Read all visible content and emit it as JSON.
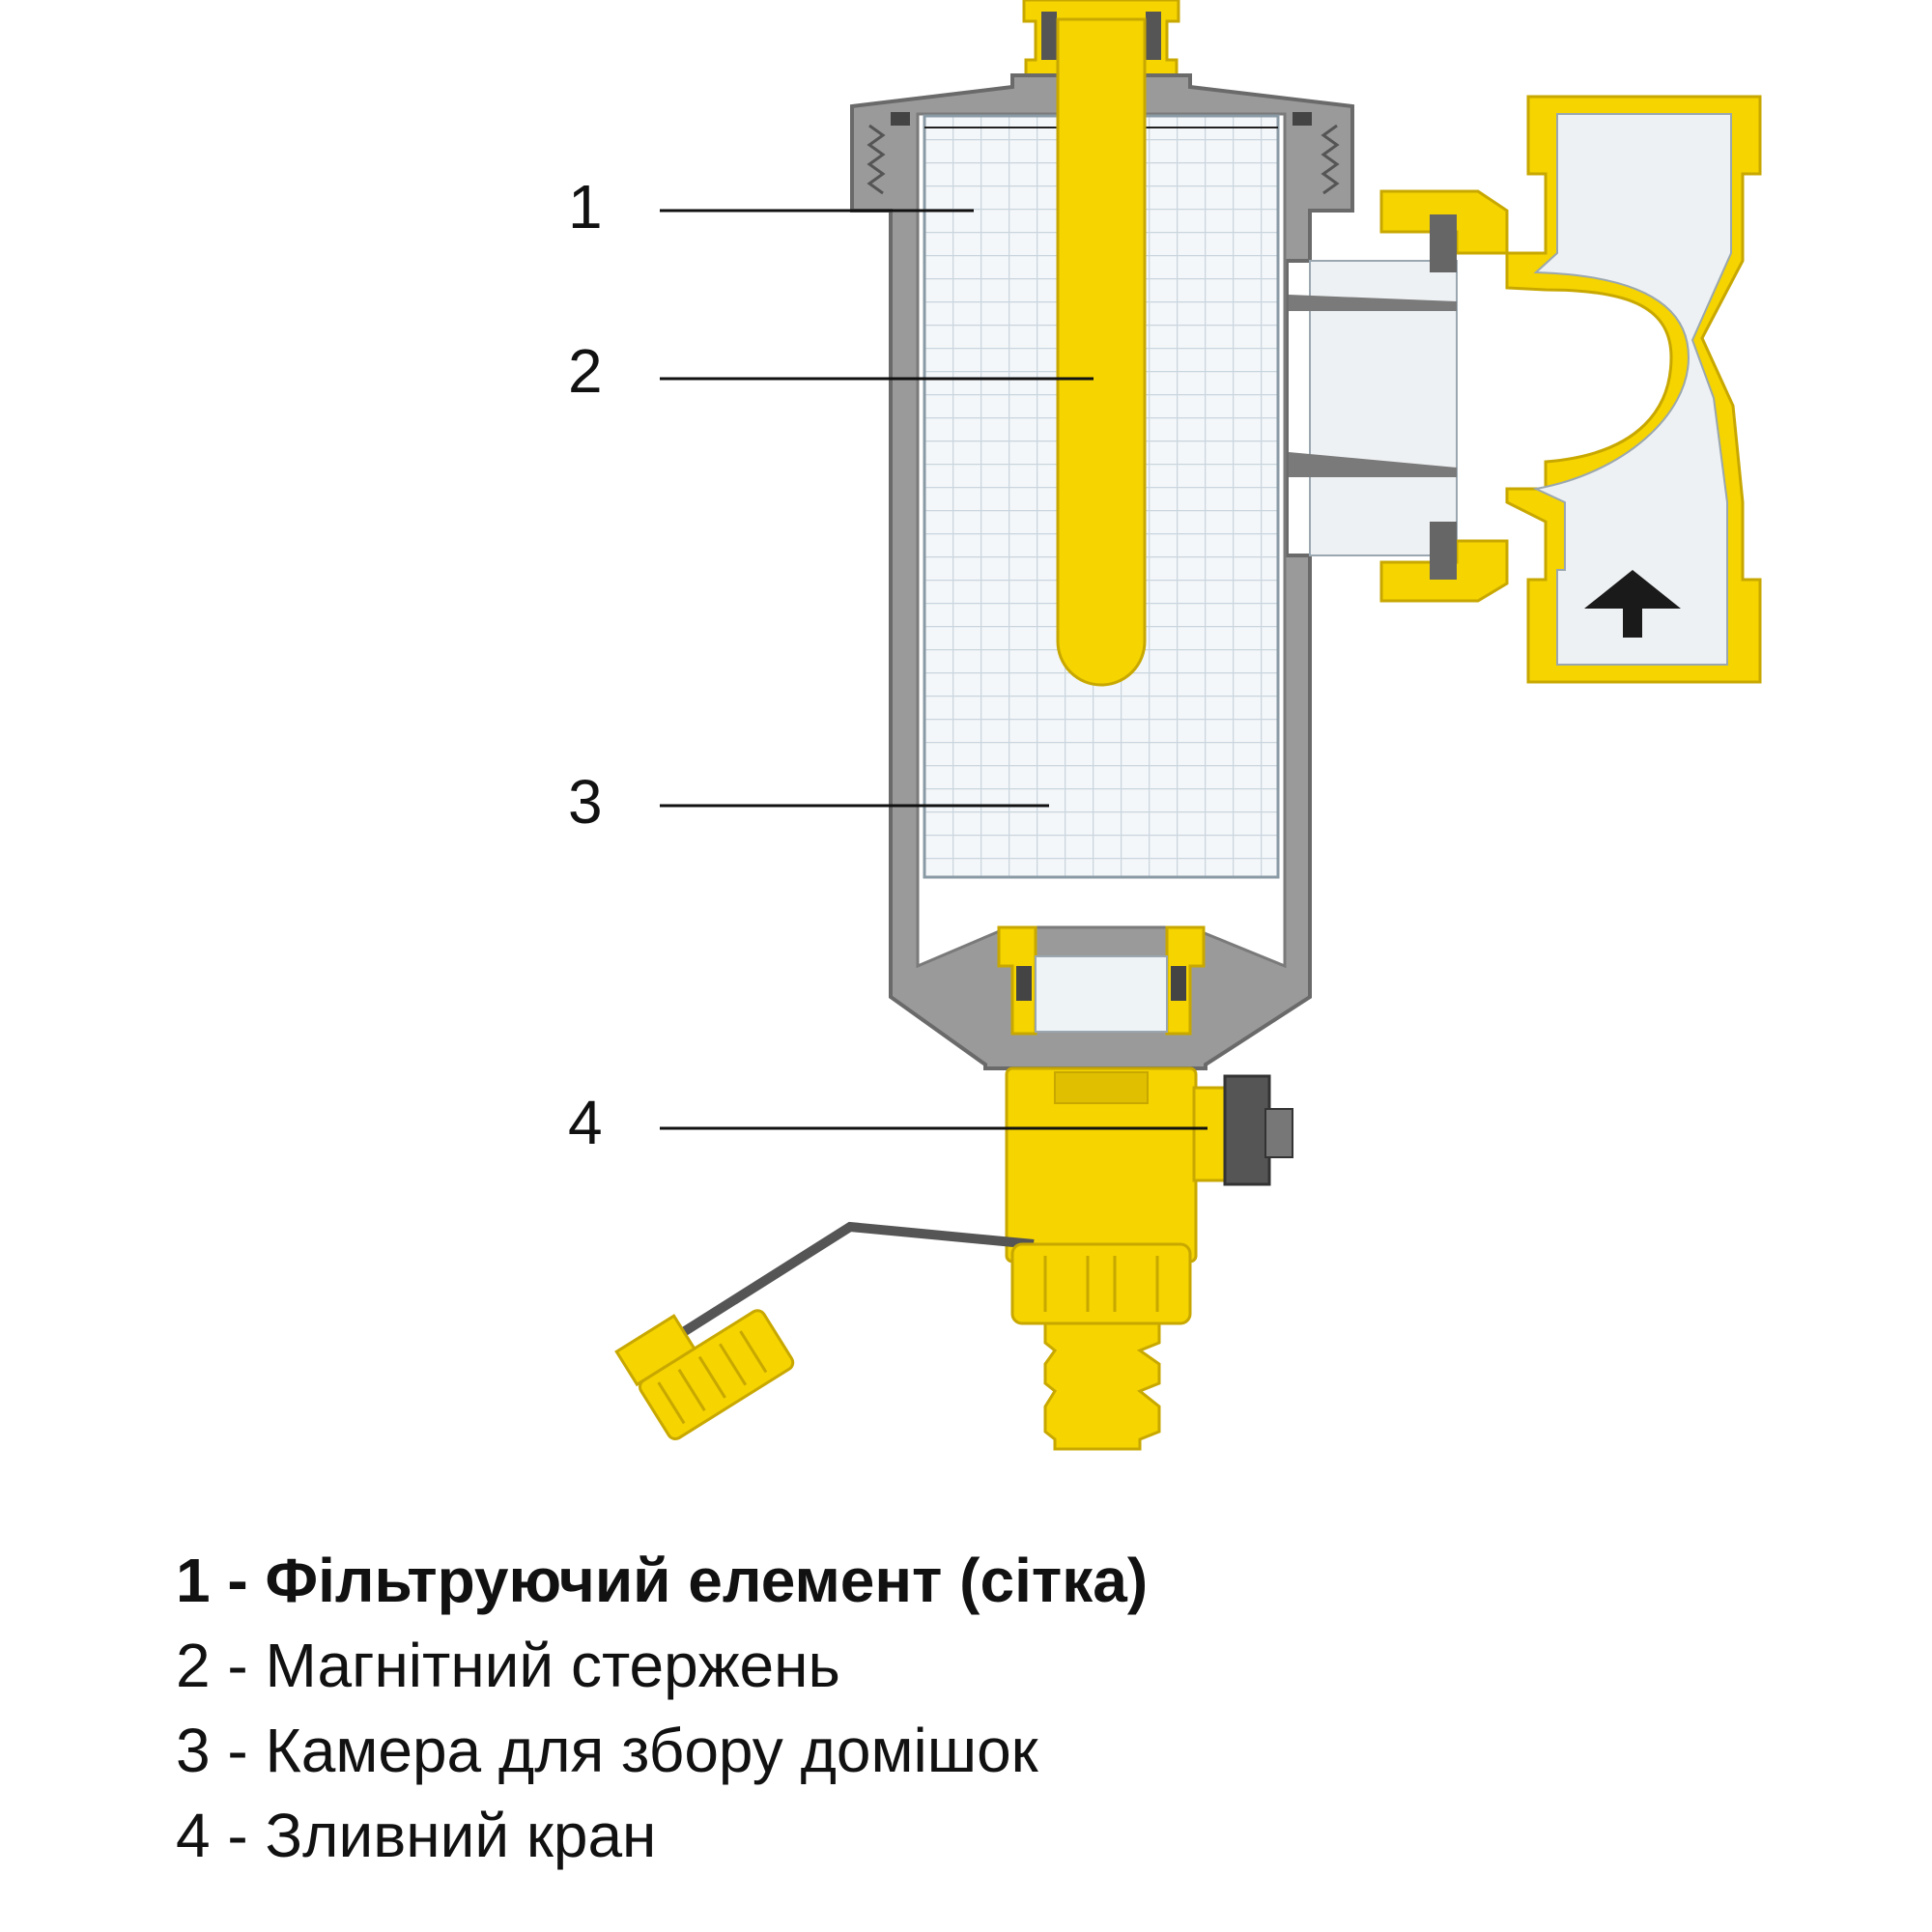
{
  "callouts": [
    {
      "number": "1"
    },
    {
      "number": "2"
    },
    {
      "number": "3"
    },
    {
      "number": "4"
    }
  ],
  "legend": [
    {
      "text": "1 - Фільтруючий елемент (сітка)",
      "bold": true
    },
    {
      "text": "2 - Магнітний стержень",
      "bold": false
    },
    {
      "text": "3 - Камера для збору домішок",
      "bold": false
    },
    {
      "text": "4 - Зливний кран",
      "bold": false
    }
  ],
  "colors": {
    "brass": "#f5d400",
    "brass_dark": "#c8a800",
    "housing": "#9a9a9a",
    "housing_dark": "#555555",
    "mesh": "#d8e2ea",
    "leader_line": "#111111",
    "arrow": "#1a1a1a"
  },
  "flow_arrow_icon": "up-arrow-icon"
}
